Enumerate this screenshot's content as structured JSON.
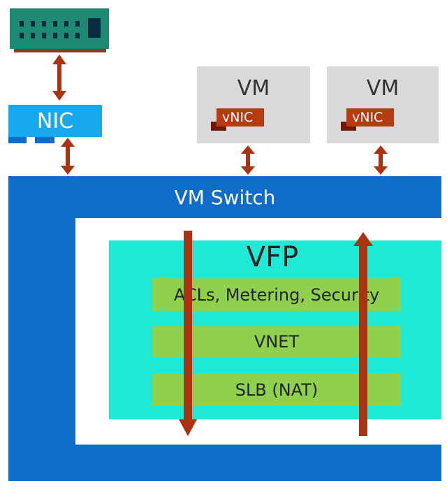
{
  "nic": {
    "label": "NIC"
  },
  "vms": [
    {
      "title": "VM",
      "vnic_label": "vNIC"
    },
    {
      "title": "VM",
      "vnic_label": "vNIC"
    }
  ],
  "vm_switch": {
    "label": "VM Switch"
  },
  "vfp": {
    "title": "VFP",
    "layers": [
      {
        "label": "ACLs, Metering, Security"
      },
      {
        "label": "VNET"
      },
      {
        "label": "SLB (NAT)"
      }
    ]
  },
  "colors": {
    "switch_blue": "#0f6cc8",
    "nic_blue": "#18a8ee",
    "vfp_cyan": "#1de9d4",
    "layer_green": "#8fd14f",
    "arrow_rust": "#aa3313",
    "vm_gray": "#d9d9d9",
    "card_teal": "#1f8a74"
  }
}
